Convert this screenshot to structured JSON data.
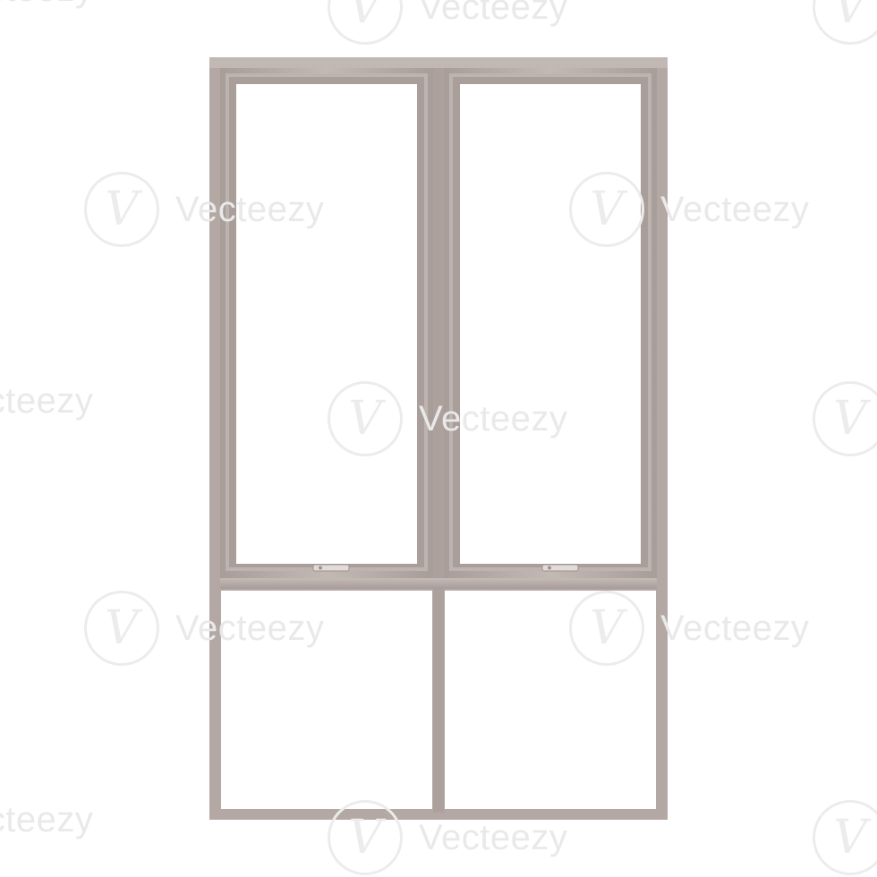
{
  "watermark": {
    "brand": "Vecteezy",
    "logo_glyph": "V",
    "color": "#ececec"
  },
  "colors": {
    "background": "#ffffff",
    "frame": "#b6aba7",
    "frame_dark": "#9d928e",
    "frame_light": "#cbc2be",
    "glass": "#ffffff",
    "hardware": "#d8d2cf"
  },
  "object": {
    "type": "window",
    "upper_sashes": 2,
    "lower_panes": 2
  }
}
